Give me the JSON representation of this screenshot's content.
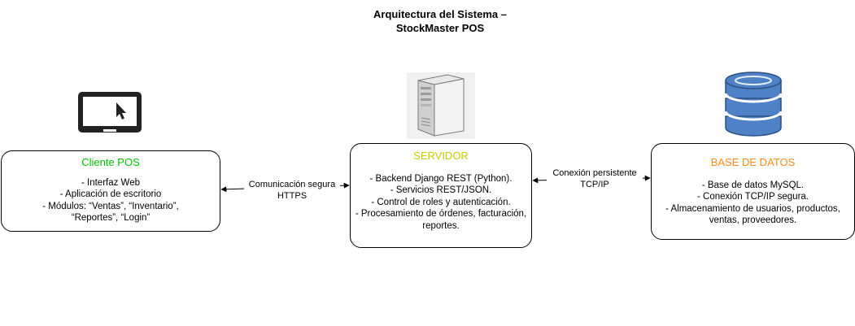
{
  "title": {
    "line1": "Arquitectura del Sistema –",
    "line2": "StockMaster POS"
  },
  "colors": {
    "client_heading": "#00c400",
    "server_heading": "#cccc00",
    "db_heading": "#ff8c1a",
    "db_icon": "#4f81c7"
  },
  "icons": {
    "client": "monitor-icon",
    "server": "server-tower-icon",
    "database": "database-icon"
  },
  "client": {
    "heading": "Cliente POS",
    "lines": [
      "- Interfaz Web",
      "- Aplicación de escritorio",
      "- Módulos: “Ventas”, “Inventario”,",
      "“Reportes”, “Login”"
    ]
  },
  "server": {
    "heading": "SERVIDOR",
    "lines": [
      "- Backend Django REST (Python).",
      "- Servicios REST/JSON.",
      "- Control de roles y autenticación.",
      "- Procesamiento de órdenes, facturación,",
      "reportes."
    ]
  },
  "database": {
    "heading": "BASE DE DATOS",
    "lines": [
      "- Base de datos MySQL.",
      "- Conexión TCP/IP segura.",
      "- Almacenamiento de usuarios, productos,",
      "ventas, proveedores."
    ]
  },
  "connections": {
    "client_server": {
      "line1": "Comunicación segura",
      "line2": "HTTPS"
    },
    "server_db": {
      "line1": "Conexión persistente",
      "line2": "TCP/IP"
    }
  }
}
